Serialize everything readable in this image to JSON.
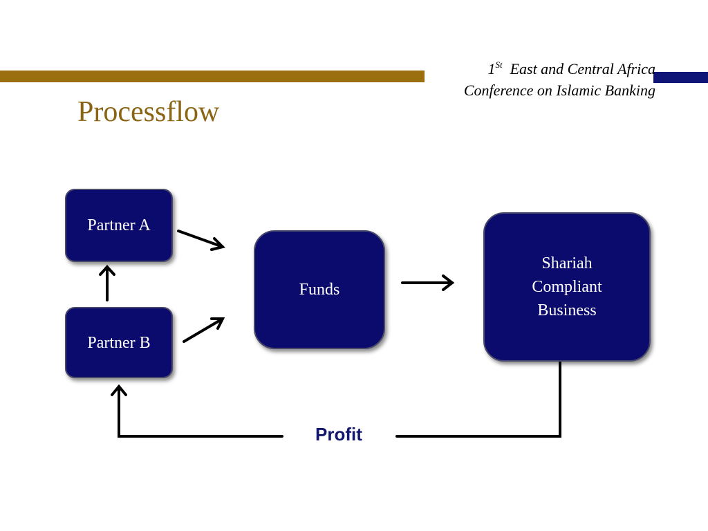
{
  "colors": {
    "gold": "#9b6f0f",
    "navy": "#0e1577",
    "box_fill": "#0b0b6e",
    "title_color": "#8b6414",
    "profit_color": "#12166e"
  },
  "header": {
    "conference_line1_num": "1",
    "conference_line1_sup": "St",
    "conference_line1_rest": "East and Central Africa",
    "conference_line2": "Conference on Islamic Banking"
  },
  "slide": {
    "title": "Processflow"
  },
  "diagram": {
    "partner_a": "Partner A",
    "partner_b": "Partner B",
    "funds": "Funds",
    "business_line1": "Shariah",
    "business_line2": "Compliant",
    "business_line3": "Business",
    "profit_label": "Profit"
  }
}
